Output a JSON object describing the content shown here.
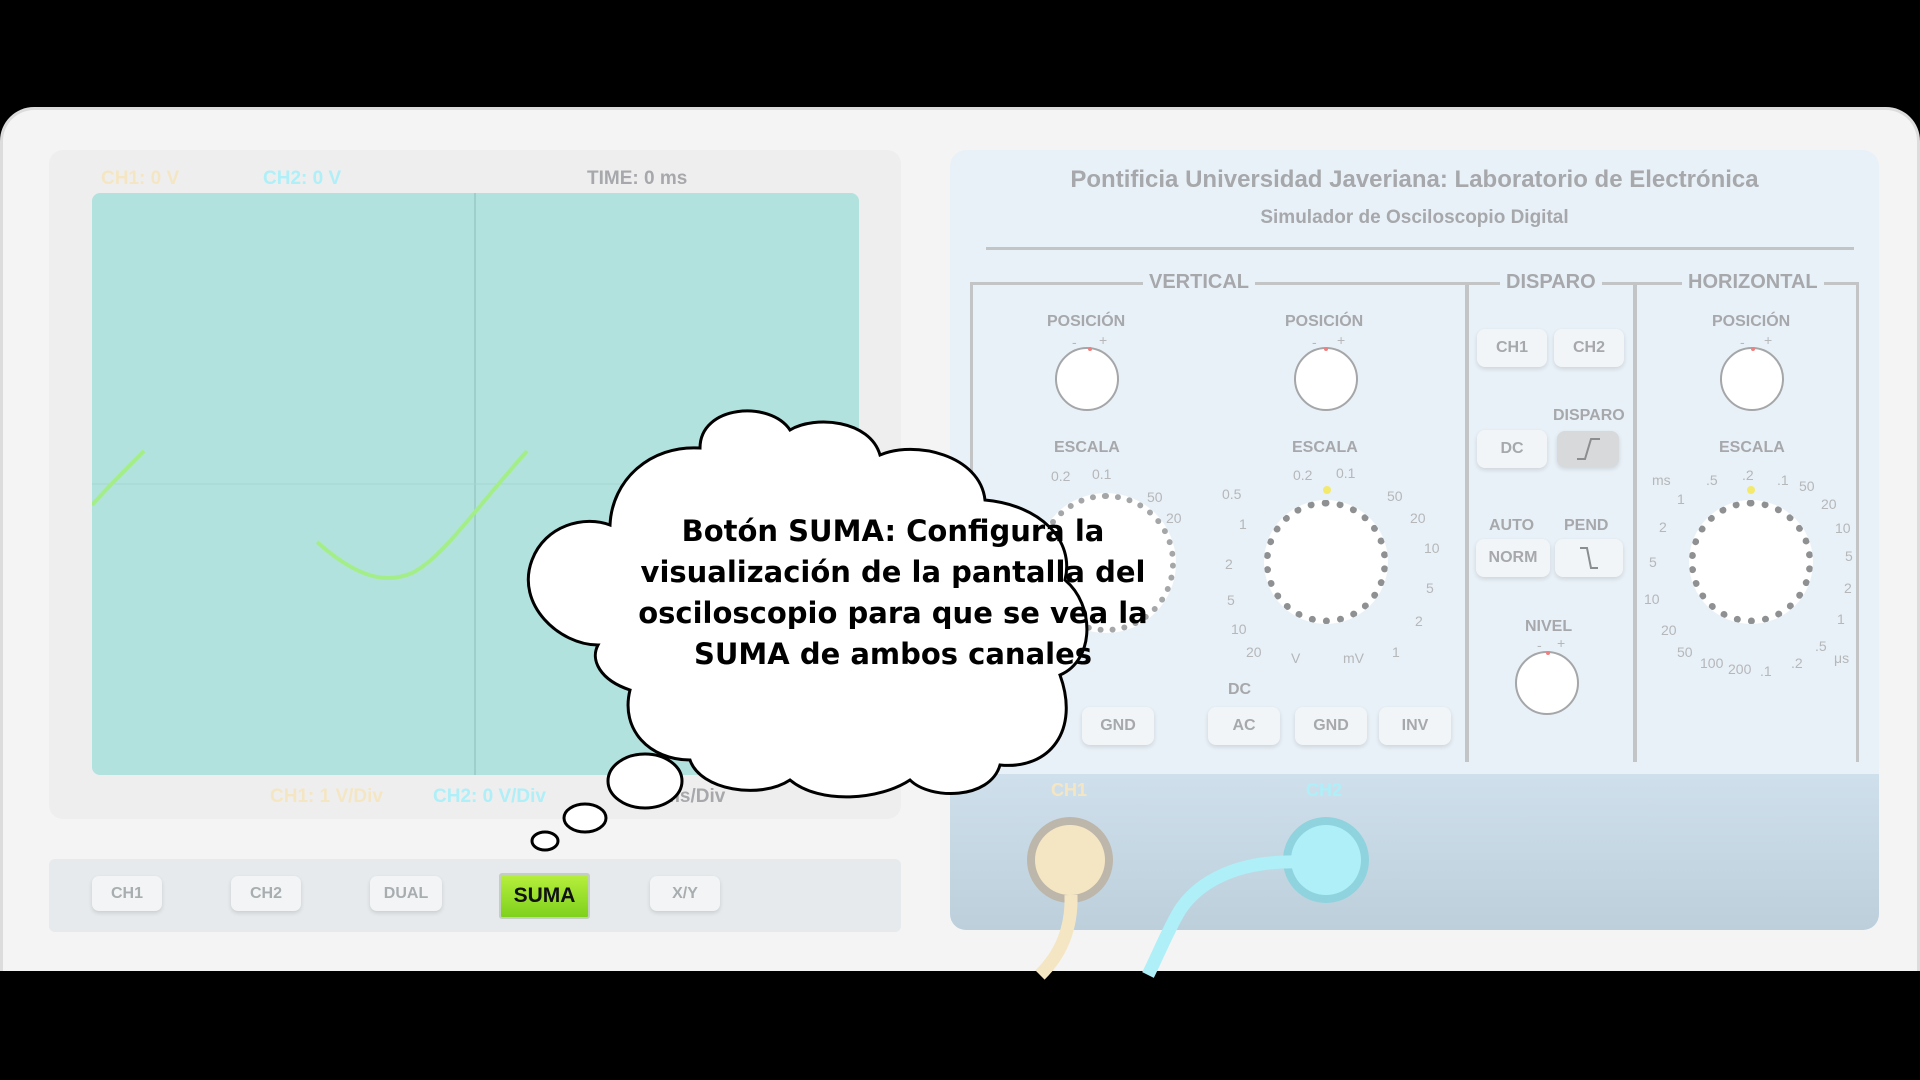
{
  "screen": {
    "ch1_readout": "CH1: 0 V",
    "ch2_readout": "CH2: 0 V",
    "time_readout": "TIME: 0 ms",
    "ch1_scale": "CH1: 1 V/Div",
    "ch2_scale": "CH2: 0 V/Div",
    "time_scale": "ms/Div"
  },
  "mode_buttons": [
    {
      "label": "CH1"
    },
    {
      "label": "CH2"
    },
    {
      "label": "DUAL"
    },
    {
      "label": "SUMA",
      "active": true
    },
    {
      "label": "X/Y"
    }
  ],
  "panel": {
    "title": "Pontificia Universidad Javeriana: Laboratorio de Electrónica",
    "subtitle": "Simulador de Osciloscopio Digital",
    "vertical": {
      "title": "VERTICAL",
      "position_label": "POSICIÓN",
      "scale_label": "ESCALA",
      "minus": "-",
      "plus": "+",
      "dial1_partial": [
        "0.2",
        "0.1",
        "50",
        "20"
      ],
      "dial2": [
        "0.5",
        "0.2",
        "0.1",
        "50",
        "20",
        "10",
        "5",
        "2",
        "1",
        "mV",
        "V",
        "20",
        "10",
        "5",
        "2",
        "1"
      ],
      "dc_label": "DC",
      "ch1_gnd": "GND",
      "ch2_ac": "AC",
      "ch2_gnd": "GND",
      "inv": "INV"
    },
    "trigger": {
      "title": "DISPARO",
      "ch1": "CH1",
      "ch2": "CH2",
      "dc": "DC",
      "slope_label": "DISPARO",
      "auto": "AUTO",
      "pend": "PEND",
      "norm": "NORM",
      "level": "NIVEL",
      "minus": "-",
      "plus": "+"
    },
    "horizontal": {
      "title": "HORIZONTAL",
      "position_label": "POSICIÓN",
      "scale_label": "ESCALA",
      "minus": "-",
      "plus": "+",
      "dial": [
        "ms",
        ".5",
        ".2",
        ".1",
        "50",
        "20",
        "10",
        "5",
        "2",
        "1",
        ".5",
        "μs",
        ".2",
        ".1",
        "200",
        "100",
        "50",
        "20",
        "10",
        "5",
        "2",
        "1"
      ]
    },
    "inputs": {
      "ch1": "CH1",
      "ch2": "CH2"
    }
  },
  "tooltip": {
    "lines": [
      "Botón SUMA: Configura la",
      "visualización de la pantalla del",
      "osciloscopio para que se vea la",
      "SUMA de ambos canales"
    ]
  },
  "colors": {
    "ch1": "#f5e6c3",
    "ch2": "#aeeff8",
    "trace": "#a4ee8a",
    "suma_active": "#8fdc24"
  }
}
